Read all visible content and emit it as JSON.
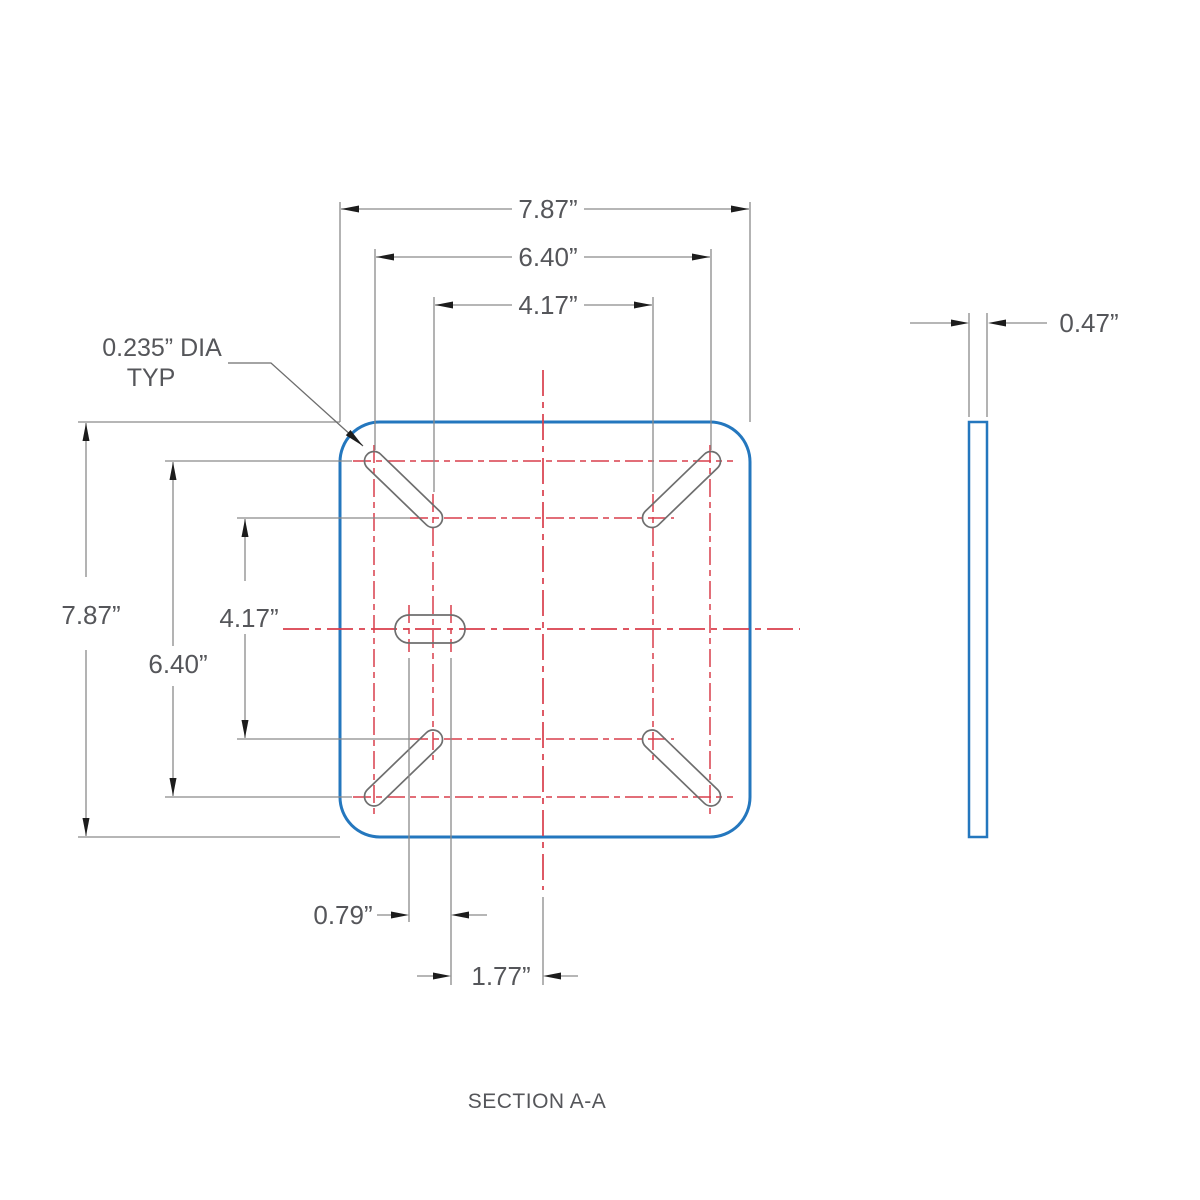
{
  "drawing": {
    "front_view": {
      "width": {
        "outer": "7.87”",
        "middle": "6.40”",
        "inner": "4.17”"
      },
      "height": {
        "outer": "7.87”",
        "middle": "6.40”",
        "inner": "4.17”"
      },
      "slot": {
        "end_spacing": "0.79”",
        "center_offset": "1.77”"
      },
      "hole_note": {
        "line1": "0.235” DIA",
        "line2": "TYP"
      }
    },
    "side_view": {
      "thickness": "0.47”"
    },
    "section_label": "SECTION A-A",
    "colors": {
      "outline_blue": "#2477BE",
      "centerline_red": "#D93E4C",
      "dimension_gray": "#8A8A8A",
      "slot_gray": "#6E6E6E",
      "text_gray": "#55565A",
      "arrow_black": "#1C1C1C"
    }
  }
}
